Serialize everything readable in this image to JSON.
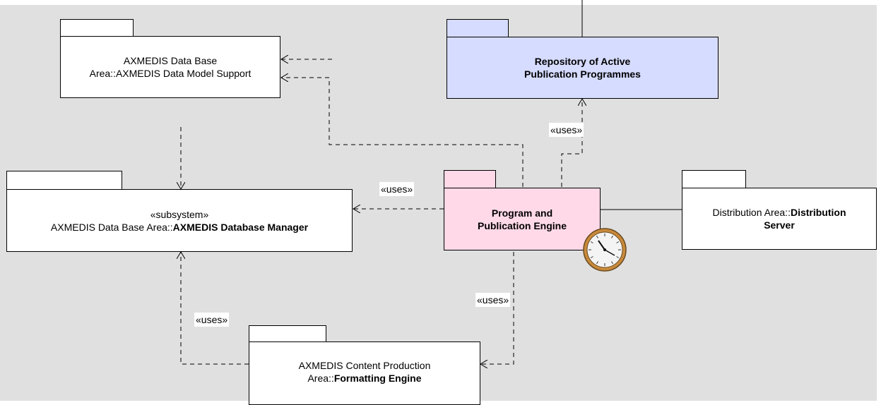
{
  "colors": {
    "canvas": "#e0e0e0",
    "package_default": "#ffffff",
    "repository_fill": "#d6dcff",
    "engine_fill": "#ffd9e8",
    "clock_rim": "#c88a3c"
  },
  "packages": {
    "data_model_support": {
      "line1": "AXMEDIS Data Base",
      "line2": "Area::AXMEDIS Data Model Support"
    },
    "repository": {
      "line1": "Repository of Active",
      "line2": "Publication Programmes"
    },
    "database_manager": {
      "stereotype": "«subsystem»",
      "prefix": "AXMEDIS Data Base Area::",
      "name": "AXMEDIS Database Manager"
    },
    "engine": {
      "line1": "Program and",
      "line2": "Publication Engine"
    },
    "distribution_server": {
      "prefix": "Distribution Area::",
      "name_line1": "Distribution",
      "name_line2": "Server"
    },
    "formatting_engine": {
      "line1": "AXMEDIS Content Production",
      "prefix": "Area::",
      "name": "Formatting Engine"
    }
  },
  "relations": {
    "uses_repository": "«uses»",
    "uses_db_manager": "«uses»",
    "uses_formatting": "«uses»",
    "uses_from_formatting": "«uses»"
  },
  "icons": {
    "engine_badge": "clock-icon"
  }
}
